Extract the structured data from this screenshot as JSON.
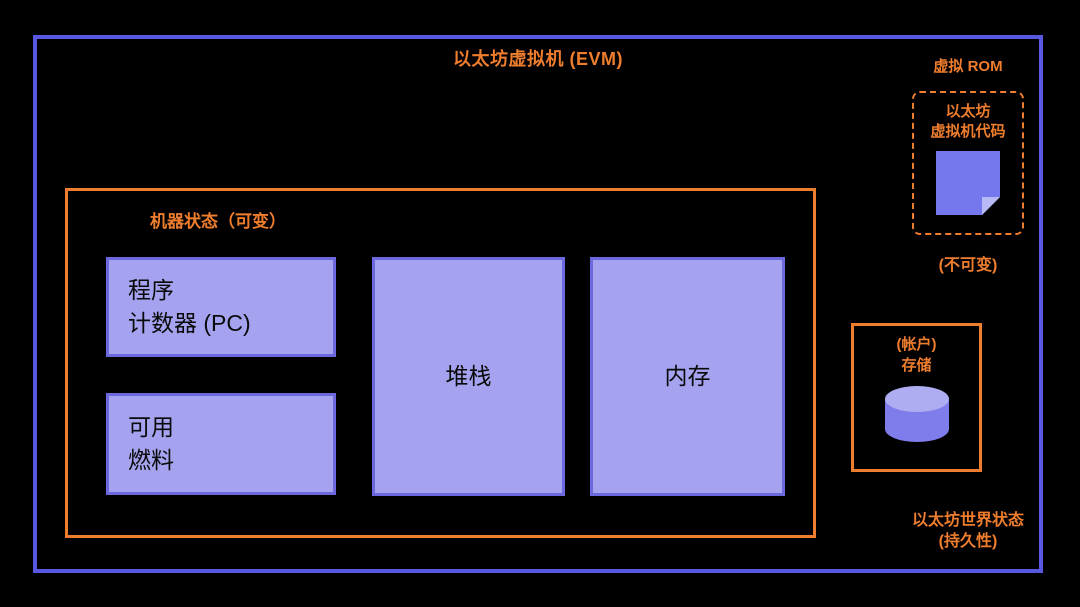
{
  "colors": {
    "background": "#000000",
    "outer_border": "#5A57E0",
    "orange": "#EE7D2E",
    "box_fill": "#A5A3EF",
    "box_border": "#6C69DF",
    "note_fill": "#7478EC",
    "note_fold": "#B8BAF5",
    "cylinder_body": "#7F7CEB",
    "cylinder_top": "#AFADF1",
    "text_dark": "#0A0A0A"
  },
  "diagram": {
    "title": "以太坊虚拟机 (EVM)",
    "virtual_rom": {
      "label": "虚拟 ROM",
      "code_label_line1": "以太坊",
      "code_label_line2": "虚拟机代码",
      "caption": "(不可变)",
      "icon": "note-icon"
    },
    "machine_state": {
      "label": "机器状态（可变）",
      "boxes": [
        {
          "id": "program-counter",
          "lines": [
            "程序",
            "计数器 (PC)"
          ]
        },
        {
          "id": "available-gas",
          "lines": [
            "可用",
            "燃料"
          ]
        },
        {
          "id": "stack",
          "lines": [
            "堆栈"
          ]
        },
        {
          "id": "memory",
          "lines": [
            "内存"
          ]
        }
      ]
    },
    "storage": {
      "label_line1": "(帐户)",
      "label_line2": "存储",
      "icon": "database-cylinder-icon"
    },
    "world_state": {
      "line1": "以太坊世界状态",
      "line2": "(持久性)"
    }
  }
}
